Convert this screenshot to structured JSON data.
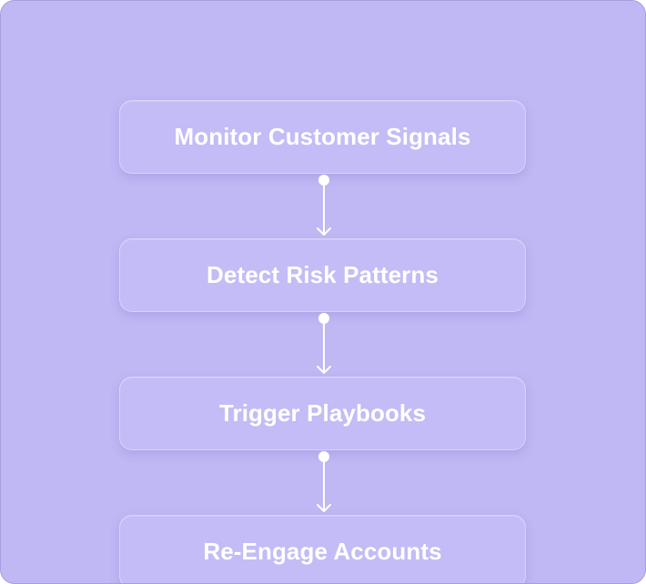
{
  "diagram": {
    "steps": [
      {
        "label": "Monitor Customer Signals"
      },
      {
        "label": "Detect Risk Patterns"
      },
      {
        "label": "Trigger Playbooks"
      },
      {
        "label": "Re-Engage Accounts"
      }
    ],
    "colors": {
      "background": "#bfb8f4",
      "box_fill": "#c3bcf6",
      "text": "#ffffff",
      "connector": "#ffffff"
    }
  }
}
